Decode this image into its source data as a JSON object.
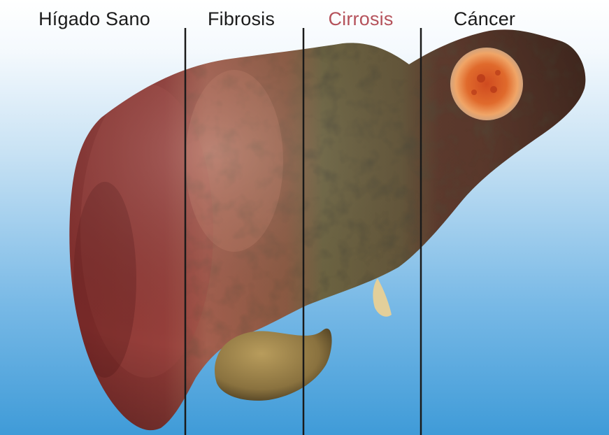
{
  "stages": [
    {
      "label": "Hígado Sano",
      "color": "#1b1b1b"
    },
    {
      "label": "Fibrosis",
      "color": "#1b1b1b"
    },
    {
      "label": "Cirrosis",
      "color": "#b5525b"
    },
    {
      "label": "Cáncer",
      "color": "#1b1b1b"
    }
  ],
  "colors": {
    "sky_top": "#ffffff",
    "sky_bottom": "#3f9bd8",
    "healthy_tissue": "#8a2f2f",
    "fibrosis_tissue": "#9b5a48",
    "cirrhosis_tissue": "#6e6240",
    "cancer_tissue": "#5a3a2c",
    "tumor": "#e2632a",
    "gallbladder": "#8f7a43",
    "divider": "#1a1a1a"
  }
}
